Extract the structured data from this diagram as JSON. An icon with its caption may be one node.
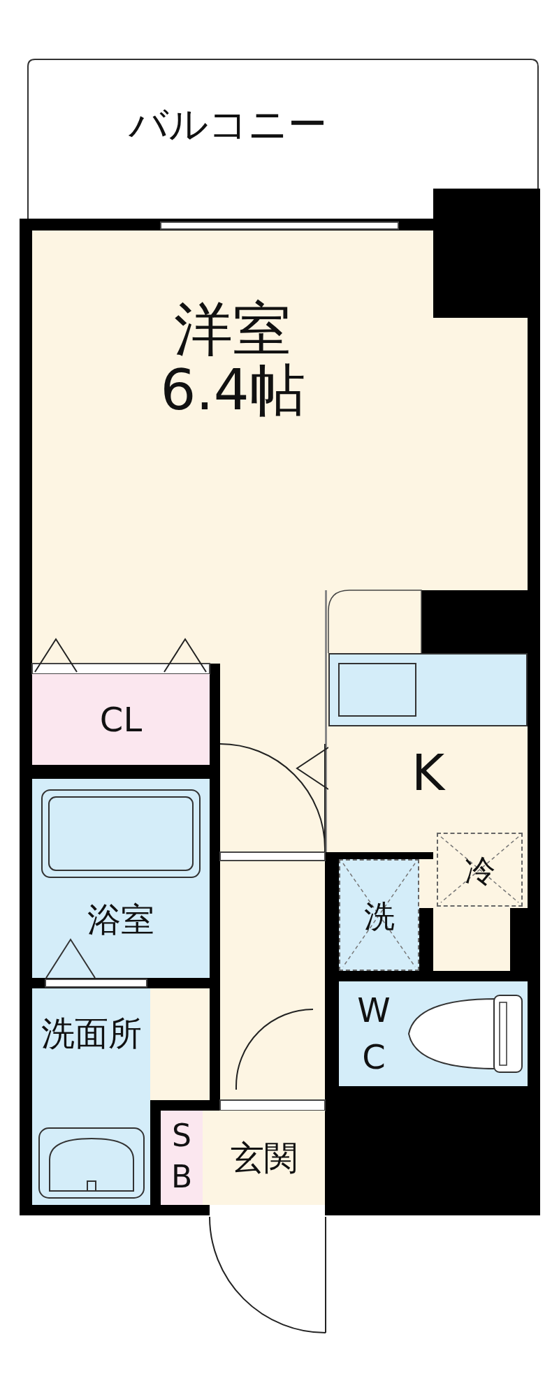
{
  "diagram": {
    "nodes": [
      {
        "text": [
          "バルコニー"
        ]
      },
      {
        "text": [
          "洋室",
          "6.4帖"
        ]
      },
      {
        "text": [
          "CL"
        ]
      },
      {
        "text": [
          "浴室"
        ]
      },
      {
        "text": [
          "洗面所"
        ]
      },
      {
        "text": [
          "K"
        ]
      },
      {
        "text": [
          "冷"
        ]
      },
      {
        "text": [
          "洗"
        ]
      },
      {
        "text": [
          "WC"
        ]
      },
      {
        "text": [
          "SB"
        ]
      },
      {
        "text": [
          "玄関"
        ]
      }
    ]
  }
}
